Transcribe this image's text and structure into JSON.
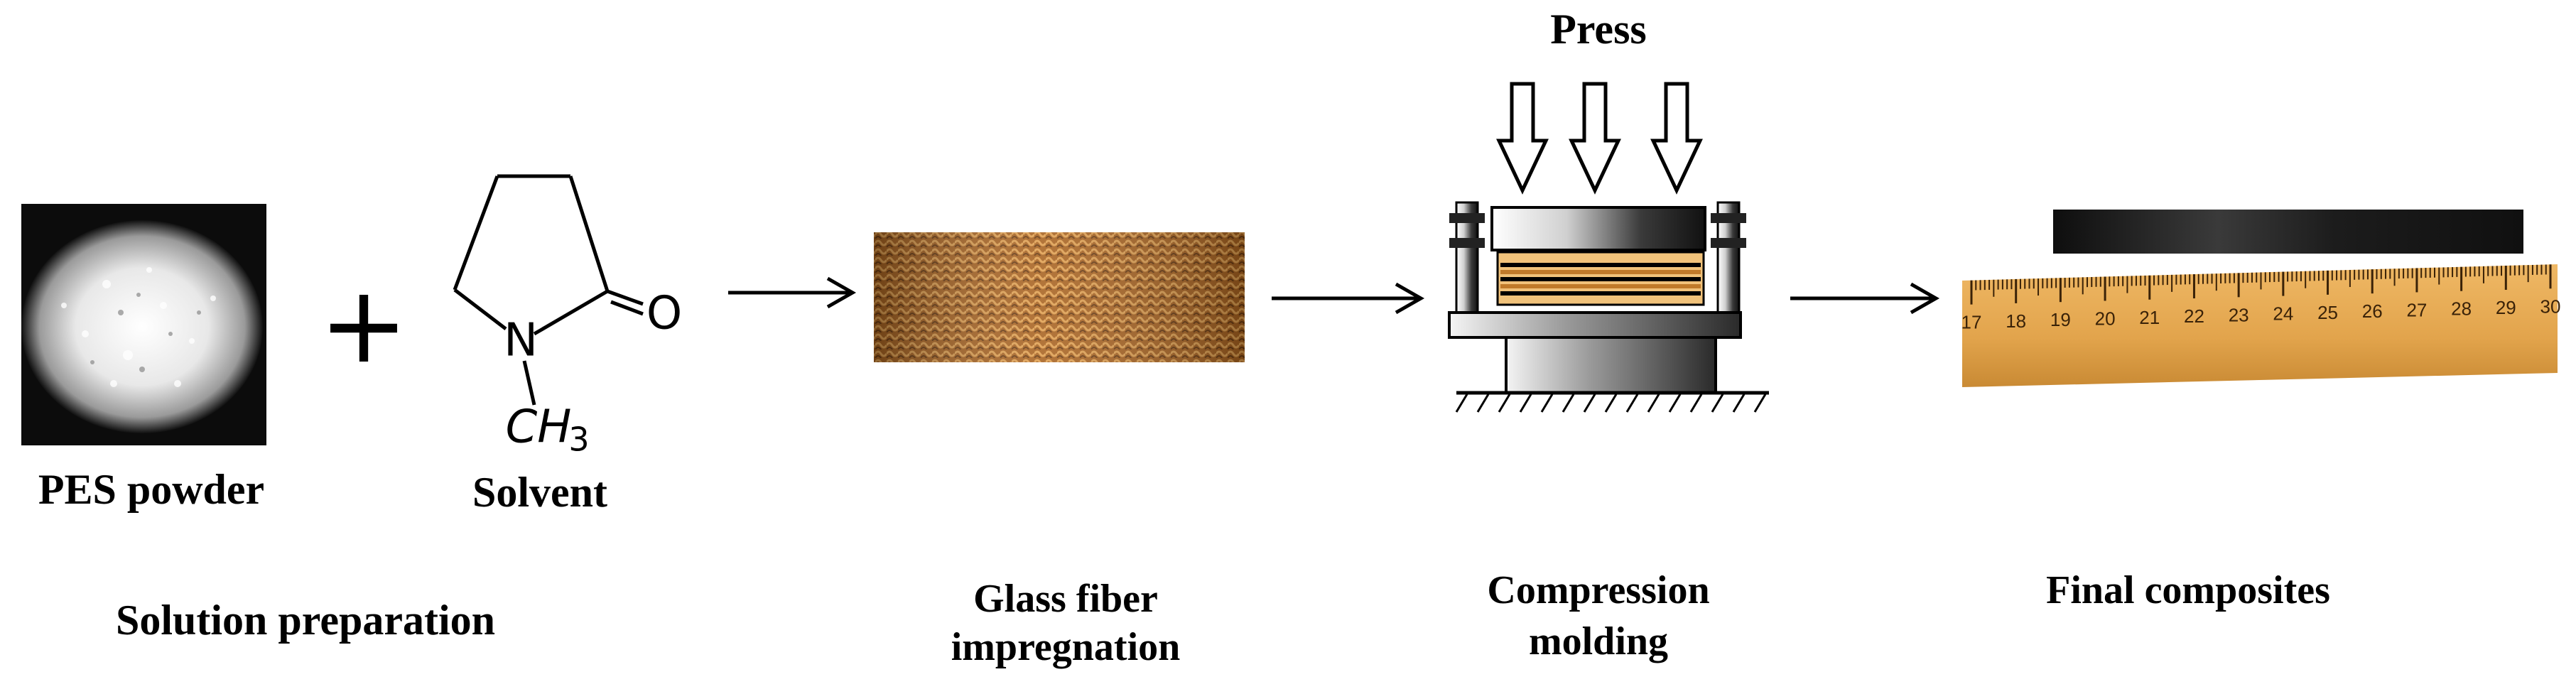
{
  "labels": {
    "pes_powder": "PES powder",
    "solvent": "Solvent",
    "solution_preparation": "Solution preparation",
    "glass_fiber_line1": "Glass fiber",
    "glass_fiber_line2": "impregnation",
    "compression_line1": "Compression",
    "compression_line2": "molding",
    "final_composites": "Final composites",
    "press": "Press"
  },
  "chemical": {
    "plus": "+",
    "oxygen": "O",
    "nitrogen": "N",
    "methyl": "CH",
    "methyl_subscript": "3"
  },
  "ruler": {
    "numbers": [
      "17",
      "18",
      "19",
      "20",
      "21",
      "22",
      "23",
      "24",
      "25",
      "26",
      "27",
      "28",
      "29",
      "30"
    ]
  },
  "colors": {
    "ink": "#000000",
    "ruler_wood": "#e2a44c",
    "fiber_mesh": "#b8722a",
    "composite_strip": "#1a1a1a"
  }
}
